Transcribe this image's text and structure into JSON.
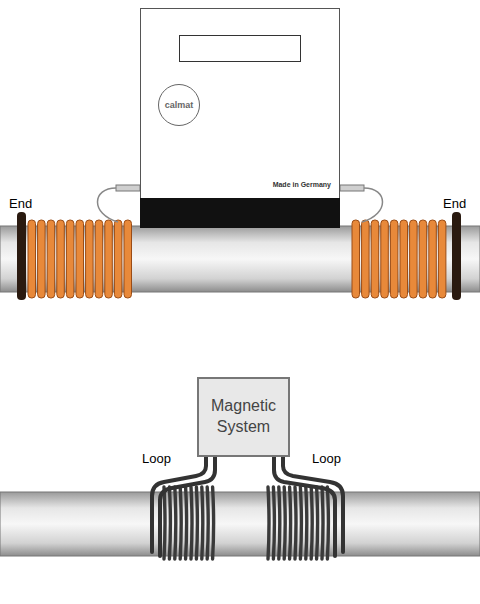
{
  "diagram": {
    "nodes": [
      {
        "text": [
          "Made in Germany"
        ]
      },
      {
        "text": [
          "calmat"
        ],
        "in": 0
      },
      {
        "text": [
          "Magnetic System"
        ]
      }
    ],
    "labels": [
      "End",
      "End",
      "Loop",
      "Loop"
    ]
  }
}
